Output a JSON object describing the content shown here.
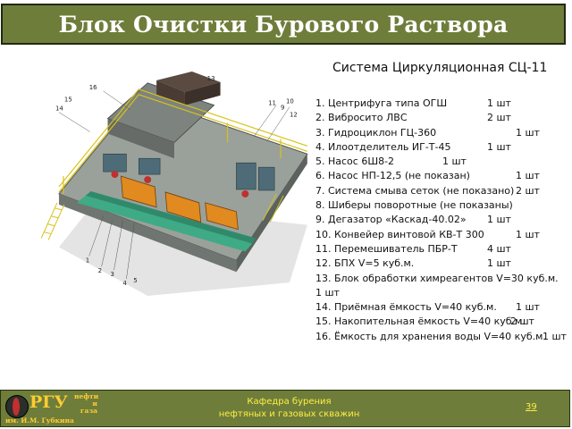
{
  "title": "Блок Очистки Бурового Раствора",
  "subtitle": "Система Циркуляционная СЦ-11",
  "items": [
    {
      "name": "1. Центрифуга типа ОГШ",
      "qty": "1 шт"
    },
    {
      "name": "2. Вибросито ЛВС",
      "qty": "2 шт"
    },
    {
      "name": "3. Гидроциклон ГЦ-360",
      "qty": "1 шт"
    },
    {
      "name": "4. Илоотделитель ИГ-Т-45",
      "qty": "1 шт"
    },
    {
      "name": "5. Насос 6Ш8-2",
      "qty": "1 шт"
    },
    {
      "name": "6. Насос НП-12,5 (не показан)",
      "qty": "1 шт"
    },
    {
      "name": "7. Система смыва сеток (не показано)",
      "qty": "2 шт"
    },
    {
      "name": "8. Шиберы поворотные (не показаны)",
      "qty": ""
    },
    {
      "name": "9. Дегазатор «Каскад-40.02»",
      "qty": "1 шт"
    },
    {
      "name": "10. Конвейер винтовой КВ-Т 300",
      "qty": "1 шт"
    },
    {
      "name": "11. Перемешиватель ПБР-Т",
      "qty": "4 шт"
    },
    {
      "name": "12. БПХ V=5 куб.м.",
      "qty": "1 шт"
    },
    {
      "name": "13. Блок обработки химреагентов V=30 куб.м.",
      "qty": ""
    },
    {
      "name": "1 шт",
      "qty": ""
    },
    {
      "name": "14. Приёмная ёмкость V=40 куб.м.",
      "qty": "1 шт"
    },
    {
      "name": "15. Накопительная ёмкость V=40 куб.м.",
      "qty": "2 шт"
    },
    {
      "name": "16. Ёмкость для хранения воды V=40 куб.м.",
      "qty": "1 шт"
    }
  ],
  "diagram_labels": [
    "1",
    "2",
    "3",
    "4",
    "5",
    "9",
    "10",
    "11",
    "12",
    "13",
    "14",
    "15",
    "16"
  ],
  "footer": {
    "logo_main": "РГУ",
    "logo_side_1": "нефти",
    "logo_side_2": "и газа",
    "logo_sub": "им. И.М. Губкина",
    "dept_line1": "Кафедра бурения",
    "dept_line2": "нефтяных и газовых скважин",
    "page": "39"
  },
  "colors": {
    "bar": "#6e7d3a",
    "footer_text": "#ffee44",
    "logo": "#ffcc33"
  }
}
